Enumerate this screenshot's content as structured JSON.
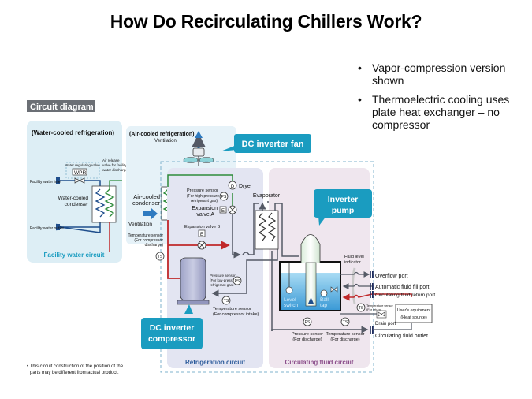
{
  "title": "How Do Recirculating Chillers Work?",
  "bullets": [
    "Vapor-compression version shown",
    "Thermoelectric cooling uses plate heat exchanger – no compressor"
  ],
  "diagram": {
    "header_badge": "Circuit diagram",
    "water_cooled": {
      "heading": "(Water-cooled refrigeration)",
      "wpr_label": "WPR",
      "water_regulating_valve": "Water regulating valve",
      "air_release": [
        "Air release",
        "valve for facility",
        "water discharge"
      ],
      "inlet": "Facility water inlet",
      "outlet": "Facility water outlet",
      "condenser": [
        "Water-cooled",
        "condenser"
      ],
      "circuit_label": "Facility water circuit"
    },
    "air_cooled": {
      "heading": "(Air-cooled refrigeration)",
      "ventilation_top": "Ventilation",
      "ventilation_side": "Ventilation",
      "condenser": [
        "Air-cooled",
        "condenser"
      ],
      "fan_callout": "DC inverter fan"
    },
    "refrigeration": {
      "dryer": "Dryer",
      "dryer_symbol": "D",
      "pressure_sensor_high": [
        "Pressure sensor",
        "(For high-pressure",
        "refrigerant gas)"
      ],
      "ps_symbol": "PS",
      "expansion_a": [
        "Expansion",
        "valve A"
      ],
      "expansion_b": "Expansion valve B",
      "e_symbol": "E",
      "temp_sensor_discharge": [
        "Temperature sensor",
        "(For compressor",
        "discharge)"
      ],
      "ts_symbol": "TS",
      "pressure_sensor_low": [
        "Pressure sensor",
        "(For low-pressure",
        "refrigerant gas)"
      ],
      "temp_sensor_intake": [
        "Temperature sensor",
        "(For compressor intake)"
      ],
      "evaporator": "Evaporator",
      "compressor_callout": [
        "DC inverter",
        "compressor"
      ],
      "circuit_label": "Refrigeration circuit"
    },
    "circulating": {
      "pump_callout": [
        "Inverter",
        "pump"
      ],
      "fluid_level_indicator": [
        "Fluid level",
        "indicator"
      ],
      "level_switch": [
        "Level",
        "switch"
      ],
      "ball_tap": [
        "Ball",
        "tap"
      ],
      "overflow_port": "Overflow port",
      "auto_fill_port": "Automatic fluid fill port",
      "return_port": "Circulating fluid return port",
      "temp_sensor_return": [
        "Temperature sensor",
        "(For return)"
      ],
      "users_equipment": [
        "User's equipment",
        "(Heat source)"
      ],
      "drain_port": "Drain port",
      "fluid_outlet": "Circulating fluid outlet",
      "pressure_sensor_discharge": [
        "Pressure sensor",
        "(For discharge)"
      ],
      "temp_sensor_discharge": [
        "Temperature sensor",
        "(For discharge)"
      ],
      "circuit_label": "Circulating fluid circuit"
    },
    "footnote": [
      "• This circuit construction of the position of the",
      "parts may be different from actual product."
    ]
  },
  "colors": {
    "teal_callout": "#1a9cc0",
    "water_panel": "#ddeef5",
    "refrig_panel": "#e3e5f2",
    "circ_panel": "#efe6ee",
    "refrigerant_hot": "#c0282a",
    "refrigerant_green": "#2e8b3a",
    "water_blue": "#1f4e8c",
    "pipe_gray": "#555a66",
    "tank_blue": "#5fb6e6",
    "circuit_label_blue": "#2a5a9a",
    "circuit_label_purple": "#8a4d8a",
    "badge_gray": "#6b6f75"
  }
}
